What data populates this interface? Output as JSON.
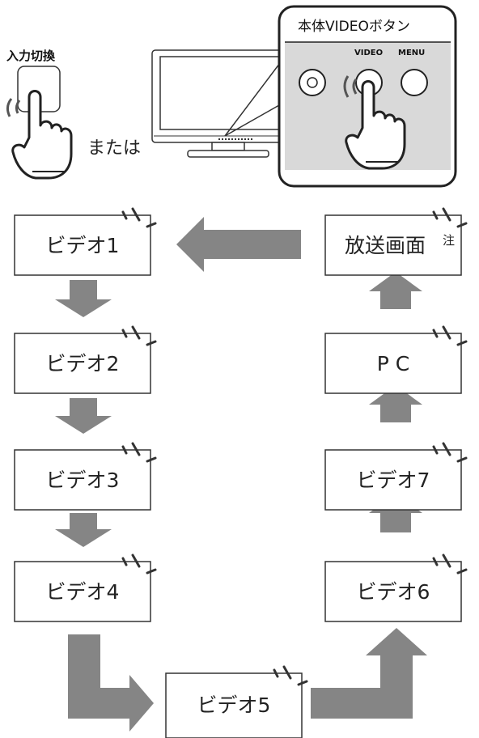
{
  "remote": {
    "input_switch_label": "入力切換"
  },
  "or_text": "または",
  "callout": {
    "title": "本体VIDEOボタン",
    "video_label": "VIDEO",
    "menu_label": "MENU"
  },
  "modes": [
    {
      "id": "video1",
      "label": "ビデオ1"
    },
    {
      "id": "video2",
      "label": "ビデオ2"
    },
    {
      "id": "video3",
      "label": "ビデオ3"
    },
    {
      "id": "video4",
      "label": "ビデオ4"
    },
    {
      "id": "video5",
      "label": "ビデオ5"
    },
    {
      "id": "video6",
      "label": "ビデオ6"
    },
    {
      "id": "video7",
      "label": "ビデオ7"
    },
    {
      "id": "pc",
      "label": "P C"
    },
    {
      "id": "broadcast",
      "label": "放送画面",
      "superscript": "注"
    }
  ],
  "colors": {
    "arrow": "#858585",
    "stroke": "#333333",
    "panel": "#d9d9d9"
  }
}
